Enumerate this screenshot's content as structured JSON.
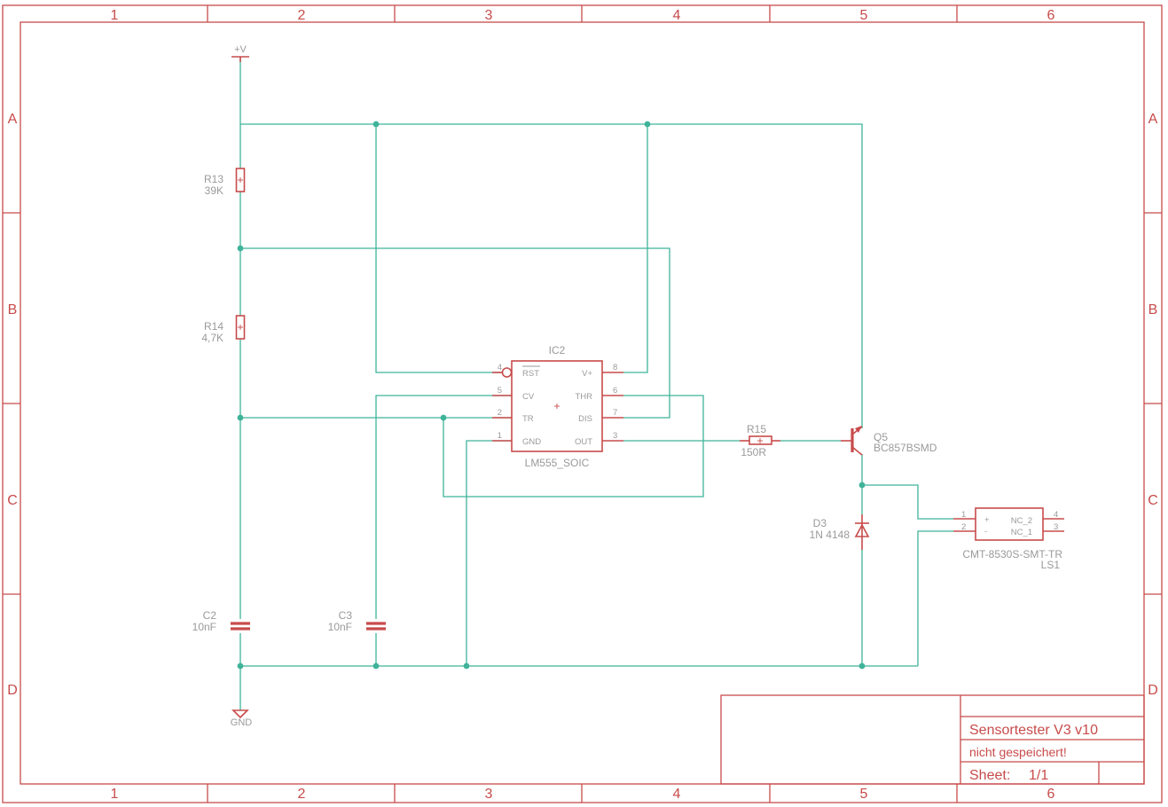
{
  "frame": {
    "columns": [
      "1",
      "2",
      "3",
      "4",
      "5",
      "6"
    ],
    "rows": [
      "A",
      "B",
      "C",
      "D"
    ],
    "color": "#c84b4b"
  },
  "wire_color": "#3fb39a",
  "power": {
    "supply": "+V",
    "ground": "GND"
  },
  "parts": {
    "r13": {
      "name": "R13",
      "value": "39K"
    },
    "r14": {
      "name": "R14",
      "value": "4,7K"
    },
    "r15": {
      "name": "R15",
      "value": "150R"
    },
    "c2": {
      "name": "C2",
      "value": "10nF"
    },
    "c3": {
      "name": "C3",
      "value": "10nF"
    },
    "ic": {
      "name": "IC2",
      "value": "LM555_SOIC",
      "pins_left": [
        {
          "num": "4",
          "label": "RST"
        },
        {
          "num": "5",
          "label": "CV"
        },
        {
          "num": "2",
          "label": "TR"
        },
        {
          "num": "1",
          "label": "GND"
        }
      ],
      "pins_right": [
        {
          "num": "8",
          "label": "V+"
        },
        {
          "num": "6",
          "label": "THR"
        },
        {
          "num": "7",
          "label": "DIS"
        },
        {
          "num": "3",
          "label": "OUT"
        }
      ]
    },
    "q5": {
      "name": "Q5",
      "value": "BC857BSMD"
    },
    "d3": {
      "name": "D3",
      "value": "1N 4148"
    },
    "ls1": {
      "name": "LS1",
      "value": "CMT-8530S-SMT-TR",
      "pins_left": [
        {
          "num": "1",
          "label": "+"
        },
        {
          "num": "2",
          "label": "-"
        }
      ],
      "pins_right": [
        {
          "num": "4",
          "label": "NC_2"
        },
        {
          "num": "3",
          "label": "NC_1"
        }
      ]
    }
  },
  "title_block": {
    "title": "Sensortester V3 v10",
    "status": "nicht gespeichert!",
    "sheet_label": "Sheet:",
    "sheet_value": "1/1"
  }
}
